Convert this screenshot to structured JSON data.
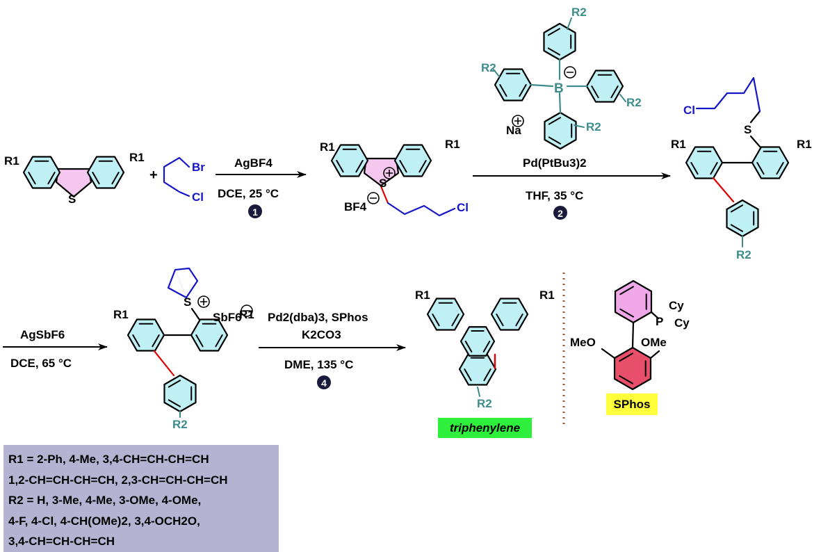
{
  "reagents": {
    "bromo_chloro": {
      "br": "Br",
      "cl": "Cl"
    },
    "step1": {
      "reagent": "AgBF4",
      "conditions": "DCE, 25 °C",
      "number": "1"
    },
    "step2": {
      "reagent": "Pd(PtBu3)2",
      "conditions": "THF, 35 °C",
      "number": "2"
    },
    "step3": {
      "reagent": "AgSbF6",
      "conditions": "DCE, 65 °C"
    },
    "step4": {
      "reagent1": "Pd2(dba)3, SPhos",
      "reagent2": "K2CO3",
      "conditions": "DME, 135 °C",
      "number": "4"
    }
  },
  "structures": {
    "s_label": "S",
    "cl_label": "Cl",
    "plus": "+",
    "na": "Na",
    "b": "B",
    "bf4": "BF4",
    "sbf6": "SbF6",
    "meo": "MeO",
    "ome": "OMe",
    "p": "P",
    "cy": "Cy",
    "r1": "R1",
    "r2": "R2"
  },
  "tags": {
    "product": "triphenylene",
    "ligand": "SPhos"
  },
  "substituents": {
    "lines": [
      "R1 = 2-Ph, 4-Me, 3,4-CH=CH-CH=CH",
      "1,2-CH=CH-CH=CH, 2,3-CH=CH-CH=CH",
      "R2 = H, 3-Me, 4-Me, 3-OMe, 4-OMe,",
      "4-F, 4-Cl, 4-CH(OMe)2, 3,4-OCH2O,",
      "3,4-CH=CH-CH=CH"
    ]
  },
  "colors": {
    "aromatic_fill": "#bff0f5",
    "five_ring_fill": "#f5c6ef",
    "ligand_ring_top": "#f0a8e8",
    "ligand_ring_bottom": "#e8506a",
    "teal": "#3c8c8c",
    "blue": "#1414c8",
    "tag_green": "#2ef03c",
    "tag_yellow": "#ffff3c",
    "info_box": "#b4b4d2",
    "dotted_line": "#a0522d"
  }
}
